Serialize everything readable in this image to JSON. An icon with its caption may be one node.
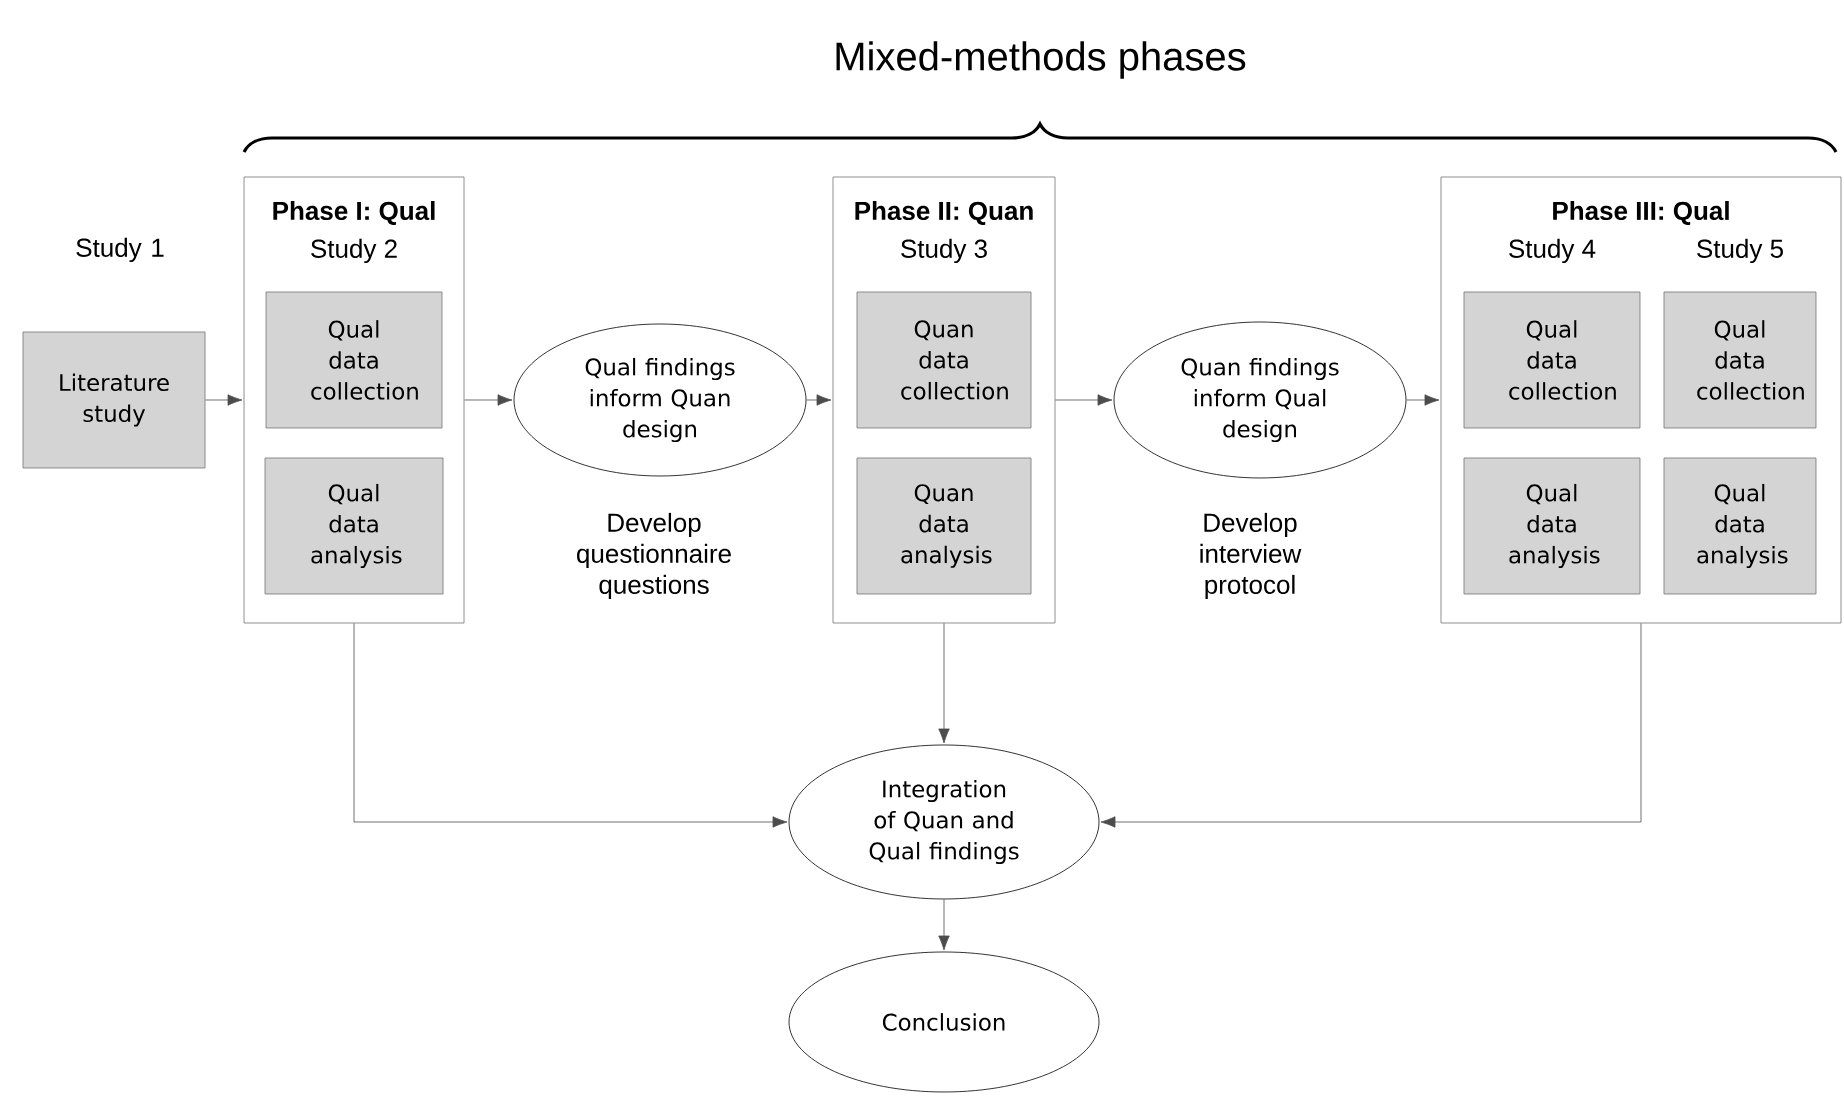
{
  "diagram": {
    "title": "Mixed-methods phases",
    "nodes": [
      {
        "text": [
          "Literature study"
        ],
        "beside": [
          "Study 1"
        ]
      },
      {
        "text": [
          "Phase I: Qual",
          "Study 2"
        ]
      },
      {
        "text": [
          "Qual data collection"
        ],
        "in": 1
      },
      {
        "text": [
          "Qual data analysis"
        ],
        "in": 1
      },
      {
        "text": [
          "Qual findings inform Quan design"
        ],
        "beside": [
          "Develop questionnaire questions"
        ]
      },
      {
        "text": [
          "Phase II: Quan",
          "Study 3"
        ]
      },
      {
        "text": [
          "Quan data collection"
        ],
        "in": 5
      },
      {
        "text": [
          "Quan data analysis"
        ],
        "in": 5
      },
      {
        "text": [
          "Quan findings inform Qual design"
        ],
        "beside": [
          "Develop interview protocol"
        ]
      },
      {
        "text": [
          "Phase III: Qual",
          "Study 4",
          "Study 5"
        ]
      },
      {
        "text": [
          "Qual data collection"
        ],
        "in": 9
      },
      {
        "text": [
          "Qual data collection"
        ],
        "in": 9
      },
      {
        "text": [
          "Qual data analysis"
        ],
        "in": 9
      },
      {
        "text": [
          "Qual data analysis"
        ],
        "in": 9
      },
      {
        "text": [
          "Integration of Quan and Qual findings"
        ]
      },
      {
        "text": [
          "Conclusion"
        ]
      }
    ],
    "edges": [
      {
        "from": 0,
        "to": 1,
        "arrow": "to"
      },
      {
        "from": 1,
        "to": 4,
        "arrow": "to"
      },
      {
        "from": 4,
        "to": 5,
        "arrow": "to"
      },
      {
        "from": 5,
        "to": 8,
        "arrow": "to"
      },
      {
        "from": 8,
        "to": 9,
        "arrow": "to"
      },
      {
        "from": 1,
        "to": 14,
        "arrow": "to"
      },
      {
        "from": 5,
        "to": 14,
        "arrow": "to"
      },
      {
        "from": 9,
        "to": 14,
        "arrow": "to"
      },
      {
        "from": 14,
        "to": 15,
        "arrow": "to"
      }
    ]
  }
}
